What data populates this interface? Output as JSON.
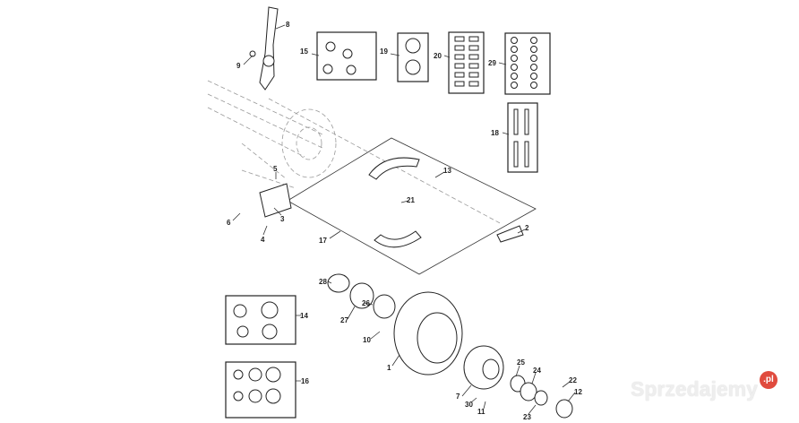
{
  "watermark": {
    "text": "Sprzedajemy",
    "suffix": ".pl",
    "accent": "#e04b3e"
  },
  "callouts": {
    "c1": "1",
    "c2": "2",
    "c3": "3",
    "c4": "4",
    "c5": "5",
    "c6": "6",
    "c7": "7",
    "c8": "8",
    "c9": "9",
    "c10": "10",
    "c11": "11",
    "c12": "12",
    "c13": "13",
    "c14": "14",
    "c15": "15",
    "c16": "16",
    "c17": "17",
    "c18": "18",
    "c19": "19",
    "c20": "20",
    "c21": "21",
    "c22": "22",
    "c23": "23",
    "c24": "24",
    "c25": "25",
    "c26": "26",
    "c27": "27",
    "c28": "28",
    "c29": "29",
    "c30": "30"
  }
}
